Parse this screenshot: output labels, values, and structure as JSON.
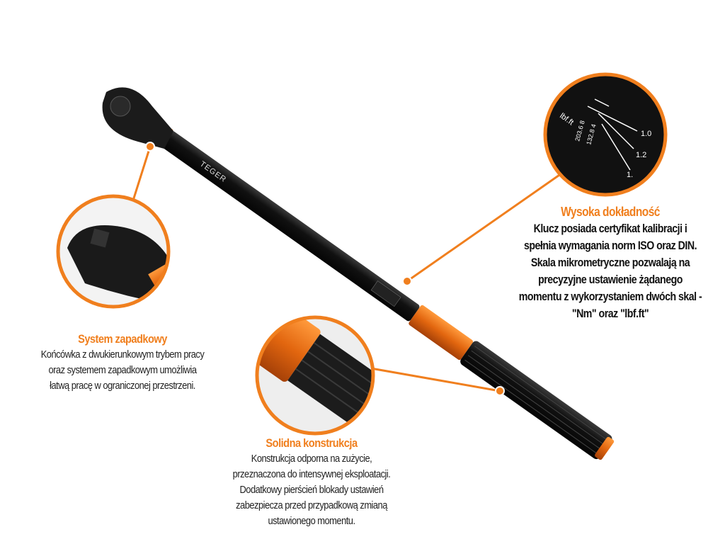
{
  "brand": "TEGER",
  "colors": {
    "accent": "#f07f1e",
    "wrench": "#1c1c1c",
    "text": "#222222"
  },
  "callouts": {
    "accuracy": {
      "title": "Wysoka dokładność",
      "lines": [
        "Klucz posiada certyfikat kalibracji i",
        "spełnia wymagania norm ISO oraz DIN.",
        "Skala mikrometryczne pozwalają na",
        "precyzyjne ustawienie żądanego",
        "momentu z wykorzystaniem dwóch skal -",
        "\"Nm\" oraz \"lbf.ft\""
      ]
    },
    "ratchet": {
      "title": "System zapadkowy",
      "lines": [
        "Końcówka z dwukierunkowym trybem pracy",
        "oraz systemem zapadkowym umożliwia",
        "łatwą pracę w ograniczonej przestrzeni."
      ]
    },
    "construction": {
      "title": "Solidna konstrukcja",
      "lines": [
        "Konstrukcja odporna na zużycie,",
        "przeznaczona do intensywnej eksploatacji.",
        "Dodatkowy pierścień blokady ustawień",
        "zabezpiecza przed przypadkową zmianą",
        "ustawionego momentu."
      ]
    }
  }
}
